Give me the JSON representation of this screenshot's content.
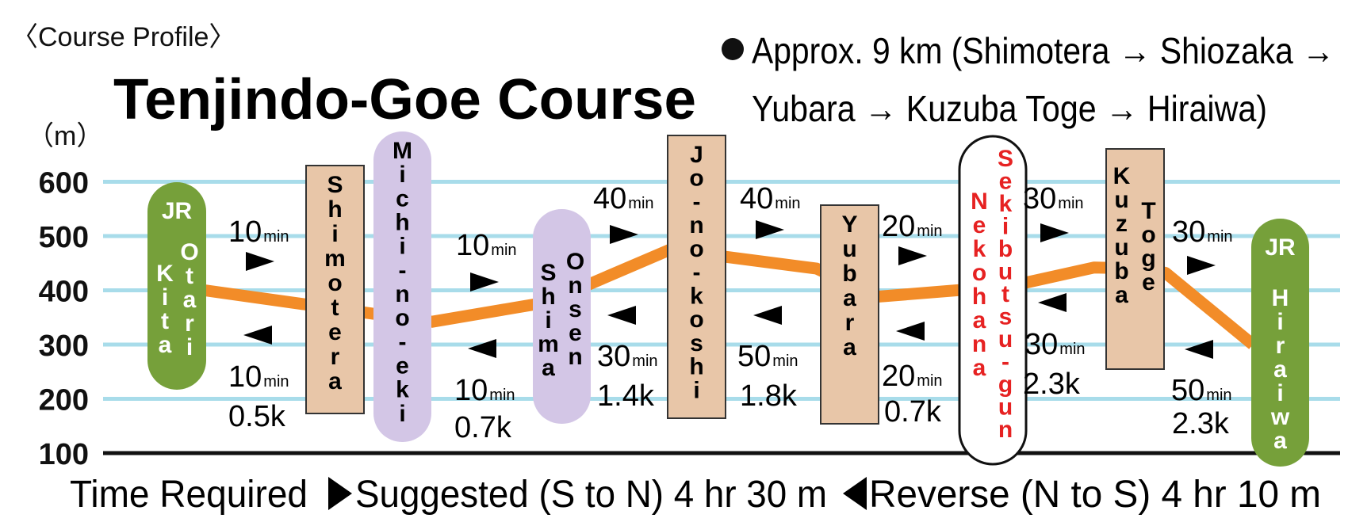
{
  "header": {
    "course_profile": "〈Course Profile〉",
    "title": "Tenjindo-Goe Course",
    "summary_line1": "Approx. 9 km (Shimotera → Shiozaka →",
    "summary_line2": "Yubara → Kuzuba Toge → Hiraiwa)"
  },
  "chart_data": {
    "type": "line",
    "title": "Tenjindo-Goe Course",
    "ylabel": "（m）",
    "yticks": [
      "600",
      "500",
      "400",
      "300",
      "200",
      "100"
    ],
    "ytick_values": [
      600,
      500,
      400,
      300,
      200,
      100
    ],
    "ylim": [
      100,
      600
    ],
    "grid": true,
    "route_color": "#f28c28",
    "grid_color": "#a8dcea",
    "series": [
      {
        "values": [
          400,
          372,
          342,
          378,
          475,
          440,
          388,
          408,
          442,
          440,
          432,
          300
        ]
      }
    ]
  },
  "places": [
    {
      "name": "JR Kita Otari",
      "lines": [
        "JR",
        "Kita",
        "Otari"
      ],
      "style": "jr"
    },
    {
      "name": "Shimotera",
      "lines": [
        "Shimotera"
      ],
      "style": "stop"
    },
    {
      "name": "Michi-no-eki",
      "lines": [
        "Michi-no-eki"
      ],
      "style": "purple"
    },
    {
      "name": "Shima Onsen",
      "lines": [
        "Shima",
        "Onsen"
      ],
      "style": "purple"
    },
    {
      "name": "Jo-no-koshi",
      "lines": [
        "Jo-no-koshi"
      ],
      "style": "stop"
    },
    {
      "name": "Yubara",
      "lines": [
        "Yubara"
      ],
      "style": "stop"
    },
    {
      "name": "Nekohana Sekibutsu-gun",
      "lines": [
        "Nekohana",
        "Sekibutsu-gun"
      ],
      "style": "red"
    },
    {
      "name": "Kuzuba Toge",
      "lines": [
        "Kuzuba",
        "Toge"
      ],
      "style": "stop"
    },
    {
      "name": "JR Hiraiwa",
      "lines": [
        "JR",
        "Hiraiwa"
      ],
      "style": "jr"
    }
  ],
  "segments": [
    {
      "forward": "10",
      "reverse": "10",
      "unit": "min",
      "distance": "0.5k"
    },
    {
      "forward": "10",
      "reverse": "10",
      "unit": "min",
      "distance": "0.7k"
    },
    {
      "forward": "40",
      "reverse": "30",
      "unit": "min",
      "distance": "1.4k"
    },
    {
      "forward": "40",
      "reverse": "50",
      "unit": "min",
      "distance": "1.8k"
    },
    {
      "forward": "20",
      "reverse": "20",
      "unit": "min",
      "distance": "0.7k"
    },
    {
      "forward": "30",
      "reverse": "30",
      "unit": "min",
      "distance": "2.3k"
    },
    {
      "forward": "30",
      "reverse": "50",
      "unit": "min",
      "distance": "2.3k"
    }
  ],
  "footer": {
    "label": "Time Required",
    "suggested": "Suggested (S to N) 4 hr 30 m",
    "reverse": "Reverse (N to S) 4 hr 10 m"
  },
  "colors": {
    "jr_green": "#76a03a",
    "stop_tan": "#e8c6a8",
    "purple": "#d3c6e6",
    "red_text": "#e62222"
  }
}
